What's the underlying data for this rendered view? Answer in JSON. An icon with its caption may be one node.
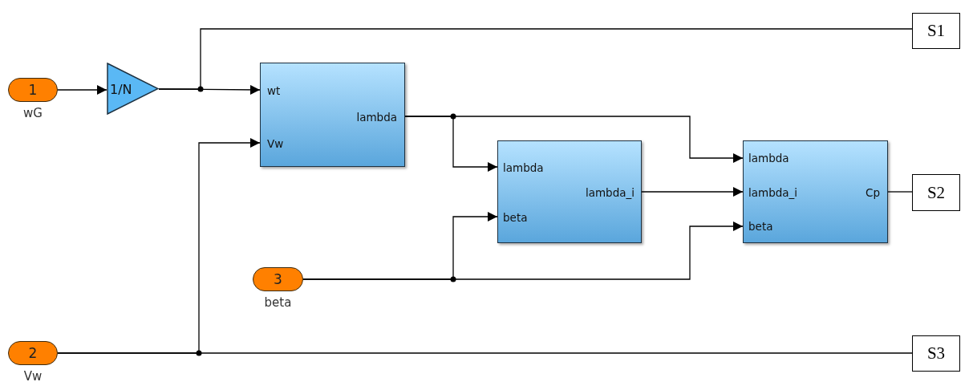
{
  "diagram": {
    "nodes": [
      {
        "text": [
          "1"
        ],
        "beside": [
          "wG"
        ]
      },
      {
        "text": [
          "2"
        ],
        "beside": [
          "Vw"
        ]
      },
      {
        "text": [
          "3"
        ],
        "beside": [
          "beta"
        ]
      },
      {
        "text": [
          "1/N"
        ]
      },
      {
        "text": [
          "wt",
          "Vw",
          "lambda"
        ]
      },
      {
        "text": [
          "lambda",
          "beta",
          "lambda_i"
        ]
      },
      {
        "text": [
          "lambda",
          "lambda_i",
          "beta",
          "Cp"
        ]
      },
      {
        "text": [
          "S1"
        ]
      },
      {
        "text": [
          "S2"
        ]
      },
      {
        "text": [
          "S3"
        ]
      }
    ],
    "edges": [
      {
        "from": 0,
        "to": 3,
        "arrow": "to"
      },
      {
        "from": 3,
        "to": 4,
        "arrow": "to"
      },
      {
        "from": 3,
        "to": 7,
        "arrow": "none"
      },
      {
        "from": 1,
        "to": 4,
        "arrow": "to"
      },
      {
        "from": 1,
        "to": 9,
        "arrow": "none"
      },
      {
        "from": 4,
        "to": 5,
        "arrow": "to"
      },
      {
        "from": 4,
        "to": 6,
        "arrow": "to"
      },
      {
        "from": 5,
        "to": 6,
        "arrow": "to"
      },
      {
        "from": 2,
        "to": 5,
        "arrow": "to"
      },
      {
        "from": 2,
        "to": 6,
        "arrow": "to"
      },
      {
        "from": 6,
        "to": 8,
        "arrow": "none"
      }
    ]
  }
}
